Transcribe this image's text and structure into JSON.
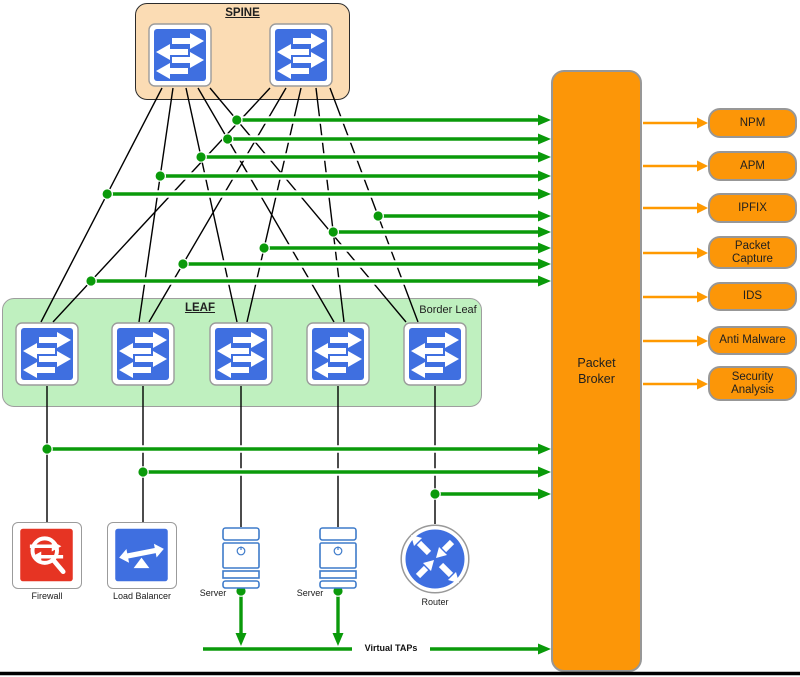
{
  "diagram": {
    "title_spine": "SPINE",
    "title_leaf": "LEAF",
    "border_leaf_label": "Border Leaf",
    "packet_broker_label": "Packet Broker",
    "virtual_taps_label": "Virtual TAPs",
    "tools": [
      {
        "label": "NPM"
      },
      {
        "label": "APM"
      },
      {
        "label": "IPFIX"
      },
      {
        "label": "Packet Capture"
      },
      {
        "label": "IDS"
      },
      {
        "label": "Anti Malware"
      },
      {
        "label": "Security Analysis"
      }
    ],
    "devices": [
      {
        "label": "Firewall",
        "icon": "firewall-icon"
      },
      {
        "label": "Load Balancer",
        "icon": "load-balancer-icon"
      },
      {
        "label": "Server",
        "icon": "server-icon"
      },
      {
        "label": "Server",
        "icon": "server-icon"
      },
      {
        "label": "Router",
        "icon": "router-icon"
      }
    ],
    "spine_switch_count": 2,
    "leaf_switch_count": 5,
    "icons": {
      "switch": "switch-icon",
      "tap_point": "tap-point-dot"
    },
    "colors": {
      "spine_fill": "#FBDCB4",
      "leaf_fill": "#BFF0BF",
      "switch_blue": "#3F6FE0",
      "tap_green": "#0A9A0A",
      "broker_orange": "#FC9608",
      "arrow_orange": "#FF9900",
      "firewall_red": "#E63423",
      "server_blue": "#3E7BCA"
    }
  }
}
